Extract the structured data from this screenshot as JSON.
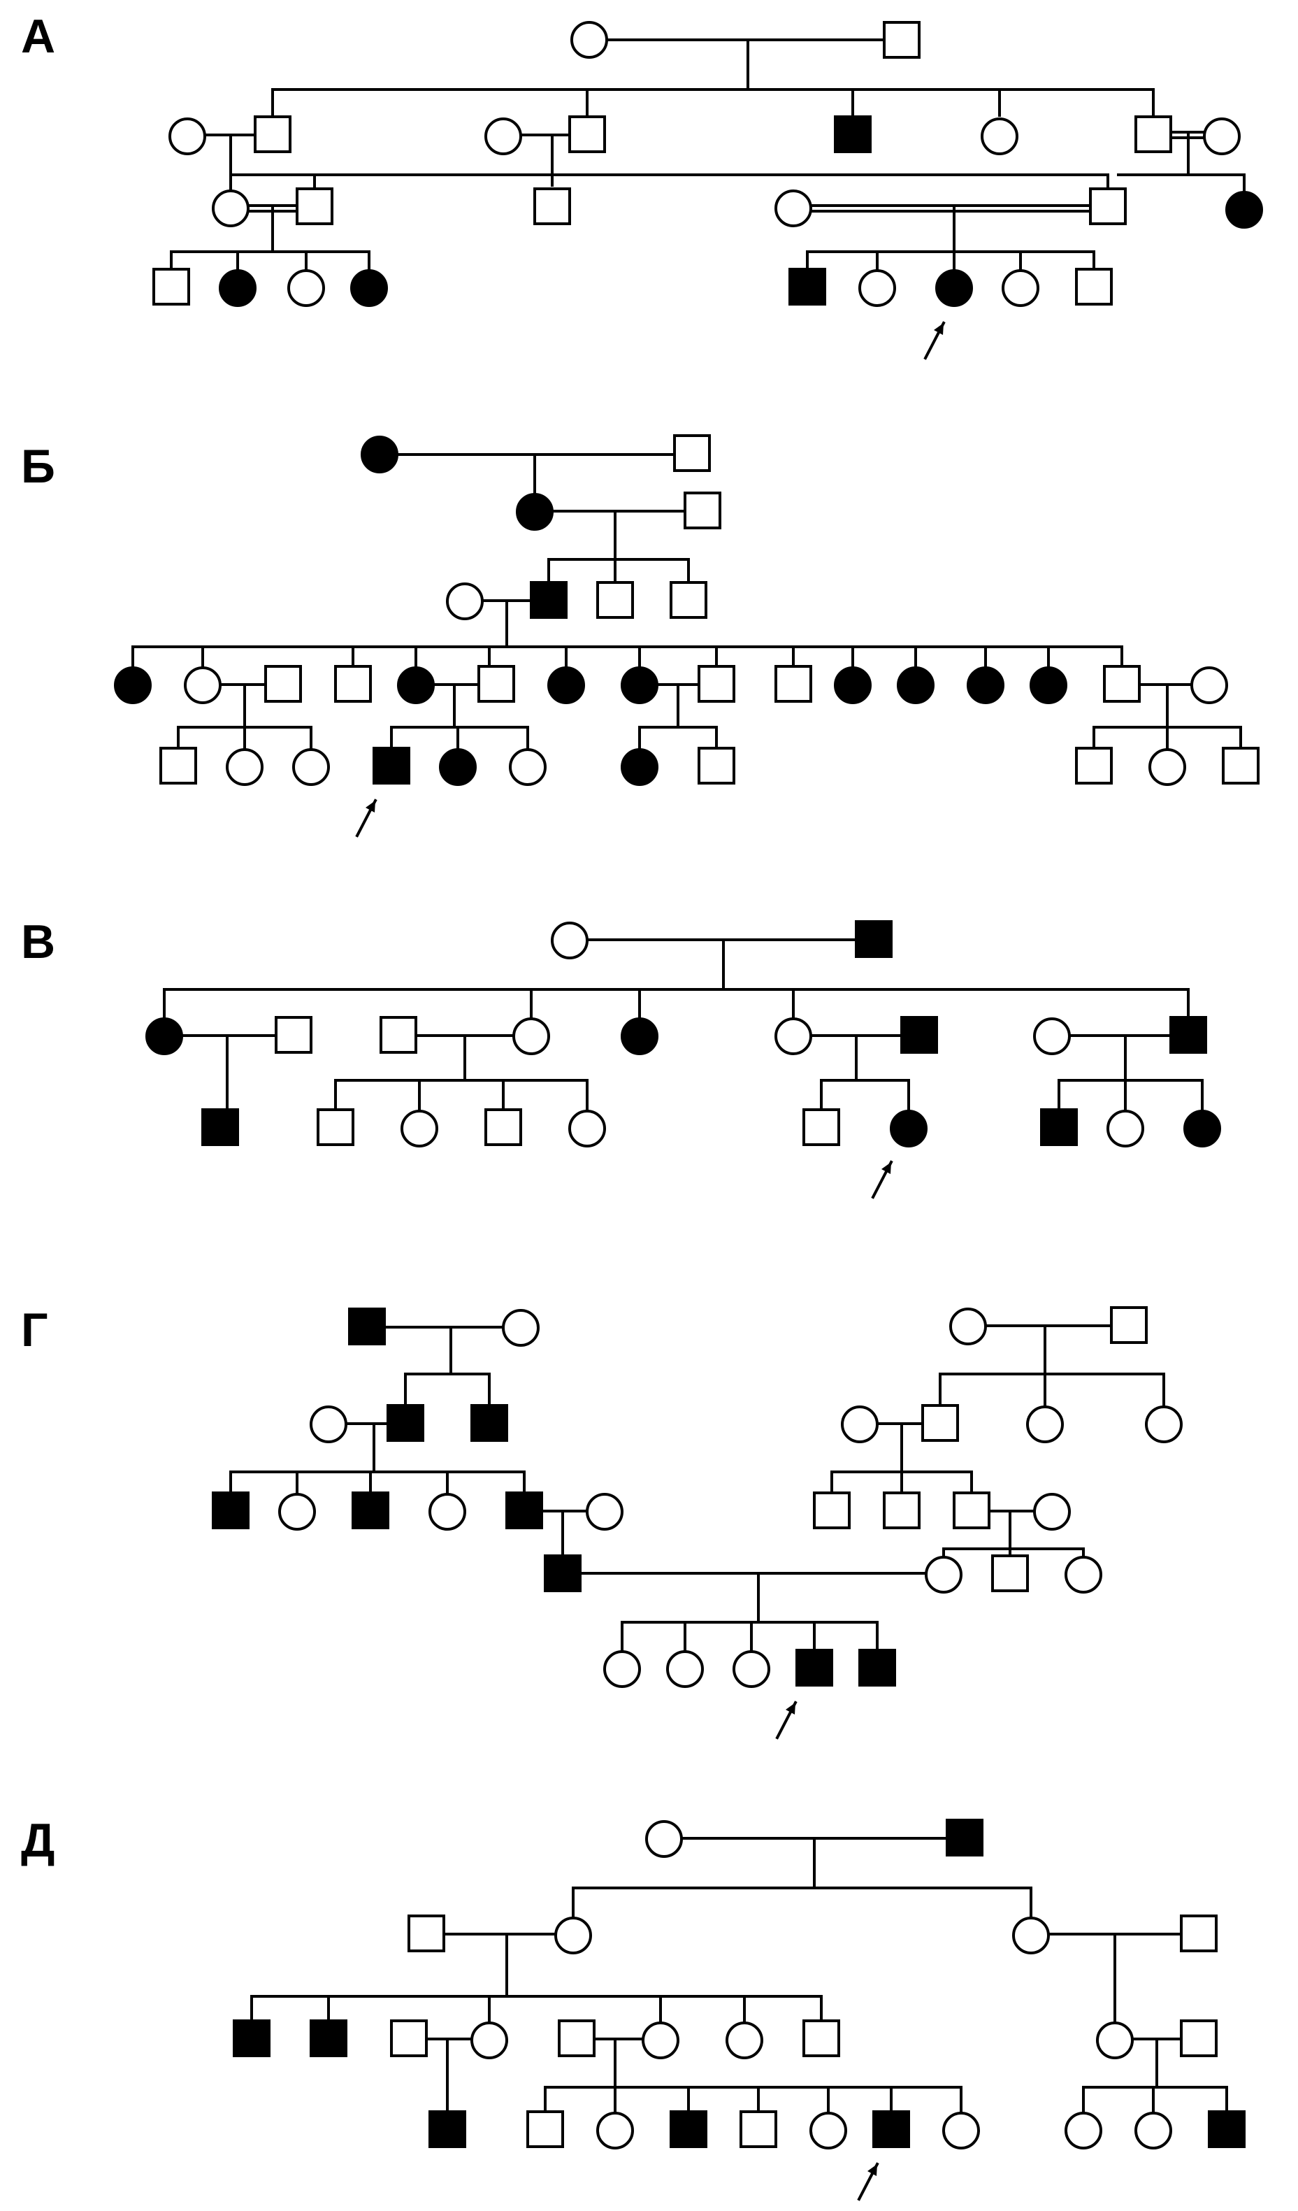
{
  "pedigrees": [
    {
      "id": "A",
      "label": "А"
    },
    {
      "id": "B",
      "label": "Б"
    },
    {
      "id": "V",
      "label": "В"
    },
    {
      "id": "G",
      "label": "Г"
    },
    {
      "id": "D",
      "label": "Д"
    }
  ]
}
